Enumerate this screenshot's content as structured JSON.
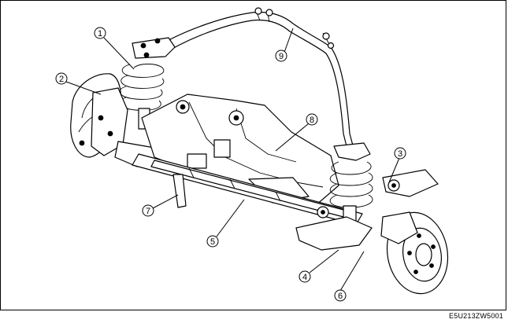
{
  "figure_code": "E5U213ZW5001",
  "callouts": [
    {
      "id": "1",
      "label": "1"
    },
    {
      "id": "2",
      "label": "2"
    },
    {
      "id": "3",
      "label": "3"
    },
    {
      "id": "4",
      "label": "4"
    },
    {
      "id": "5",
      "label": "5"
    },
    {
      "id": "6",
      "label": "6"
    },
    {
      "id": "7",
      "label": "7"
    },
    {
      "id": "8",
      "label": "8"
    },
    {
      "id": "9",
      "label": "9"
    }
  ]
}
